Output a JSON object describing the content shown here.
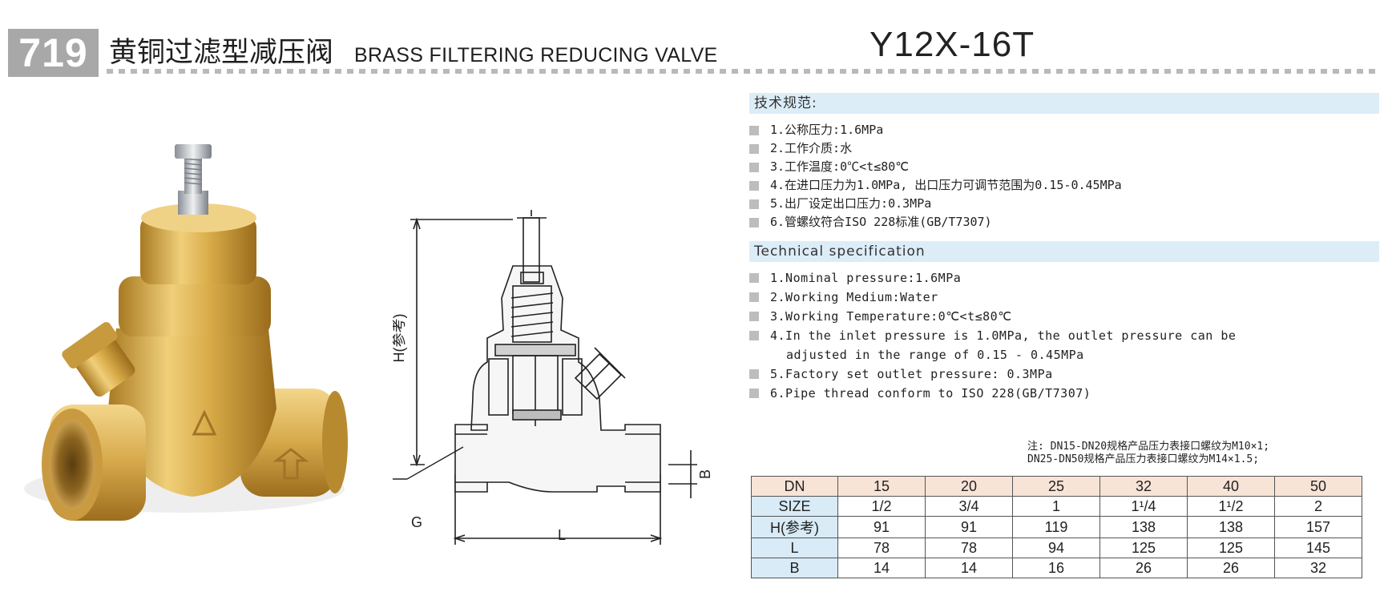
{
  "header": {
    "number": "719",
    "title_cn": "黄铜过滤型减压阀",
    "title_en": "BRASS FILTERING REDUCING VALVE",
    "model": "Y12X-16T"
  },
  "spec_cn": {
    "heading": "技术规范:",
    "items": [
      "1.公称压力:1.6MPa",
      "2.工作介质:水",
      "3.工作温度:0℃<t≤80℃",
      "4.在进口压力为1.0MPa, 出口压力可调节范围为0.15-0.45MPa",
      "5.出厂设定出口压力:0.3MPa",
      "6.管螺纹符合ISO 228标准(GB/T7307)"
    ]
  },
  "spec_en": {
    "heading": "Technical specification",
    "items": [
      "1.Nominal pressure:1.6MPa",
      "2.Working Medium:Water",
      "3.Working Temperature:0℃<t≤80℃",
      "4.In the inlet pressure is 1.0MPa, the outlet pressure can be",
      "adjusted in the range of 0.15 - 0.45MPa",
      "5.Factory set outlet pressure: 0.3MPa",
      "6.Pipe thread conform to ISO 228(GB/T7307)"
    ]
  },
  "note": {
    "line1": "注: DN15-DN20规格产品压力表接口螺纹为M10×1;",
    "line2": "DN25-DN50规格产品压力表接口螺纹为M14×1.5;"
  },
  "drawing_labels": {
    "h": "H(参考)",
    "b": "B",
    "g": "G",
    "l": "L"
  },
  "table": {
    "rows": [
      [
        "DN",
        "15",
        "20",
        "25",
        "32",
        "40",
        "50"
      ],
      [
        "SIZE",
        "1/2",
        "3/4",
        "1",
        "1¹/4",
        "1¹/2",
        "2"
      ],
      [
        "H(参考)",
        "91",
        "91",
        "119",
        "138",
        "138",
        "157"
      ],
      [
        "L",
        "78",
        "78",
        "94",
        "125",
        "125",
        "145"
      ],
      [
        "B",
        "14",
        "14",
        "16",
        "26",
        "26",
        "32"
      ]
    ]
  },
  "colors": {
    "number_box": "#a8a8a8",
    "section_bar": "#dcedf8",
    "table_header": "#f8e4d6",
    "table_row_header": "#d8ebf6",
    "brass": "#d4a63e"
  },
  "icons": [
    "bullet-square-icon"
  ]
}
